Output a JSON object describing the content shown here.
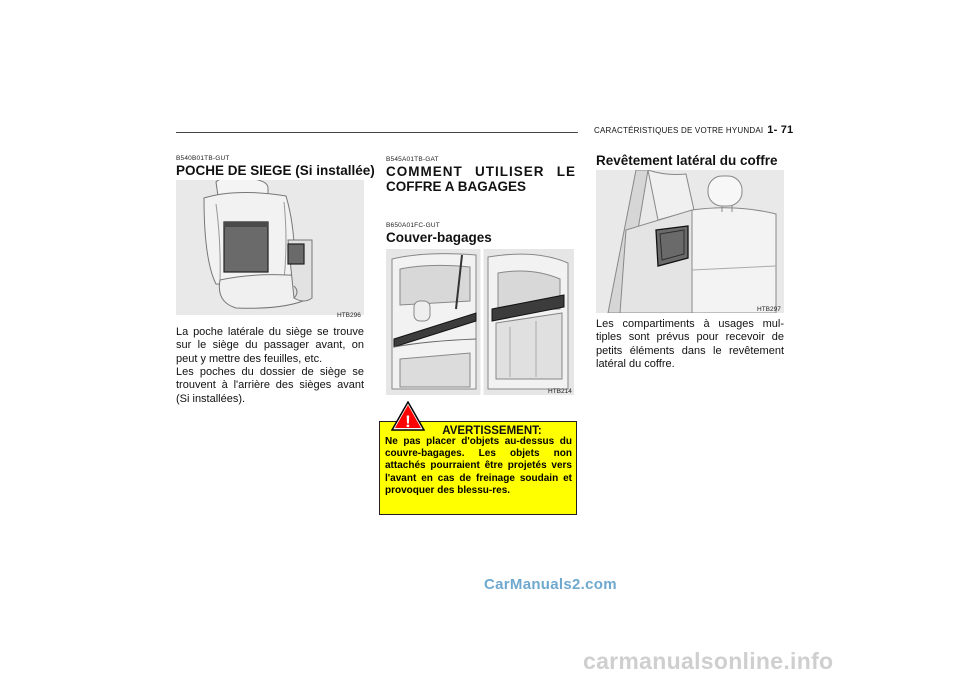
{
  "header": {
    "section": "CARACTÉRISTIQUES DE VOTRE HYUNDAI",
    "page": "1- 71"
  },
  "col1": {
    "code": "B540B01TB-GUT",
    "title": "POCHE DE SIEGE (Si installée)",
    "image_label": "HTB296",
    "body": "La poche latérale du siège se trouve sur le siège du passager avant, on peut y mettre des feuilles, etc.",
    "body2": "Les poches du dossier de siège se trouvent à l'arrière des sièges avant (Si installées)."
  },
  "col2": {
    "code1": "B545A01TB-GAT",
    "title1_line1": "COMMENT UTILISER LE",
    "title1_line2": "COFFRE A BAGAGES",
    "code2": "B650A01FC-GUT",
    "title2": "Couver-bagages",
    "image_label": "HTB214",
    "warning": {
      "title": "AVERTISSEMENT:",
      "icon_symbol": "!",
      "text": "Ne pas placer d'objets au-dessus du couvre-bagages. Les objets non attachés pourraient être projetés vers l'avant en cas de freinage soudain et provoquer des blessu-res."
    }
  },
  "col3": {
    "title": "Revêtement latéral du coffre",
    "image_label": "HTB297",
    "body": "Les compartiments à usages mul-tiples sont prévus pour recevoir de petits éléments dans le revêtement latéral du coffre."
  },
  "watermarks": {
    "site1": "CarManuals2.com",
    "site2": "carmanualsonline.info"
  },
  "colors": {
    "warning_bg": "#ffff00",
    "pocket_fill": "#6a6a6a",
    "watermark_blue": "#6fa8cf"
  }
}
